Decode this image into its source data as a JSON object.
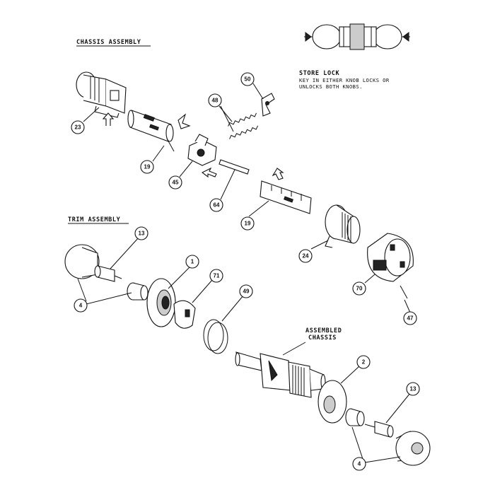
{
  "headings": {
    "chassis": "CHASSIS ASSEMBLY",
    "trim": "TRIM ASSEMBLY"
  },
  "store_lock": {
    "title": "STORE LOCK",
    "line1": "KEY IN EITHER KNOB LOCKS OR",
    "line2": "UNLOCKS BOTH KNOBS."
  },
  "assembled_chassis": {
    "line1": "ASSEMBLED",
    "line2": "CHASSIS"
  },
  "callouts": {
    "c23": "23",
    "c19a": "19",
    "c45": "45",
    "c48": "48",
    "c50": "50",
    "c64": "64",
    "c19b": "19",
    "c24": "24",
    "c70": "70",
    "c47": "47",
    "c13a": "13",
    "c4a": "4",
    "c1": "1",
    "c71": "71",
    "c49": "49",
    "c2": "2",
    "c13b": "13",
    "c4b": "4"
  }
}
